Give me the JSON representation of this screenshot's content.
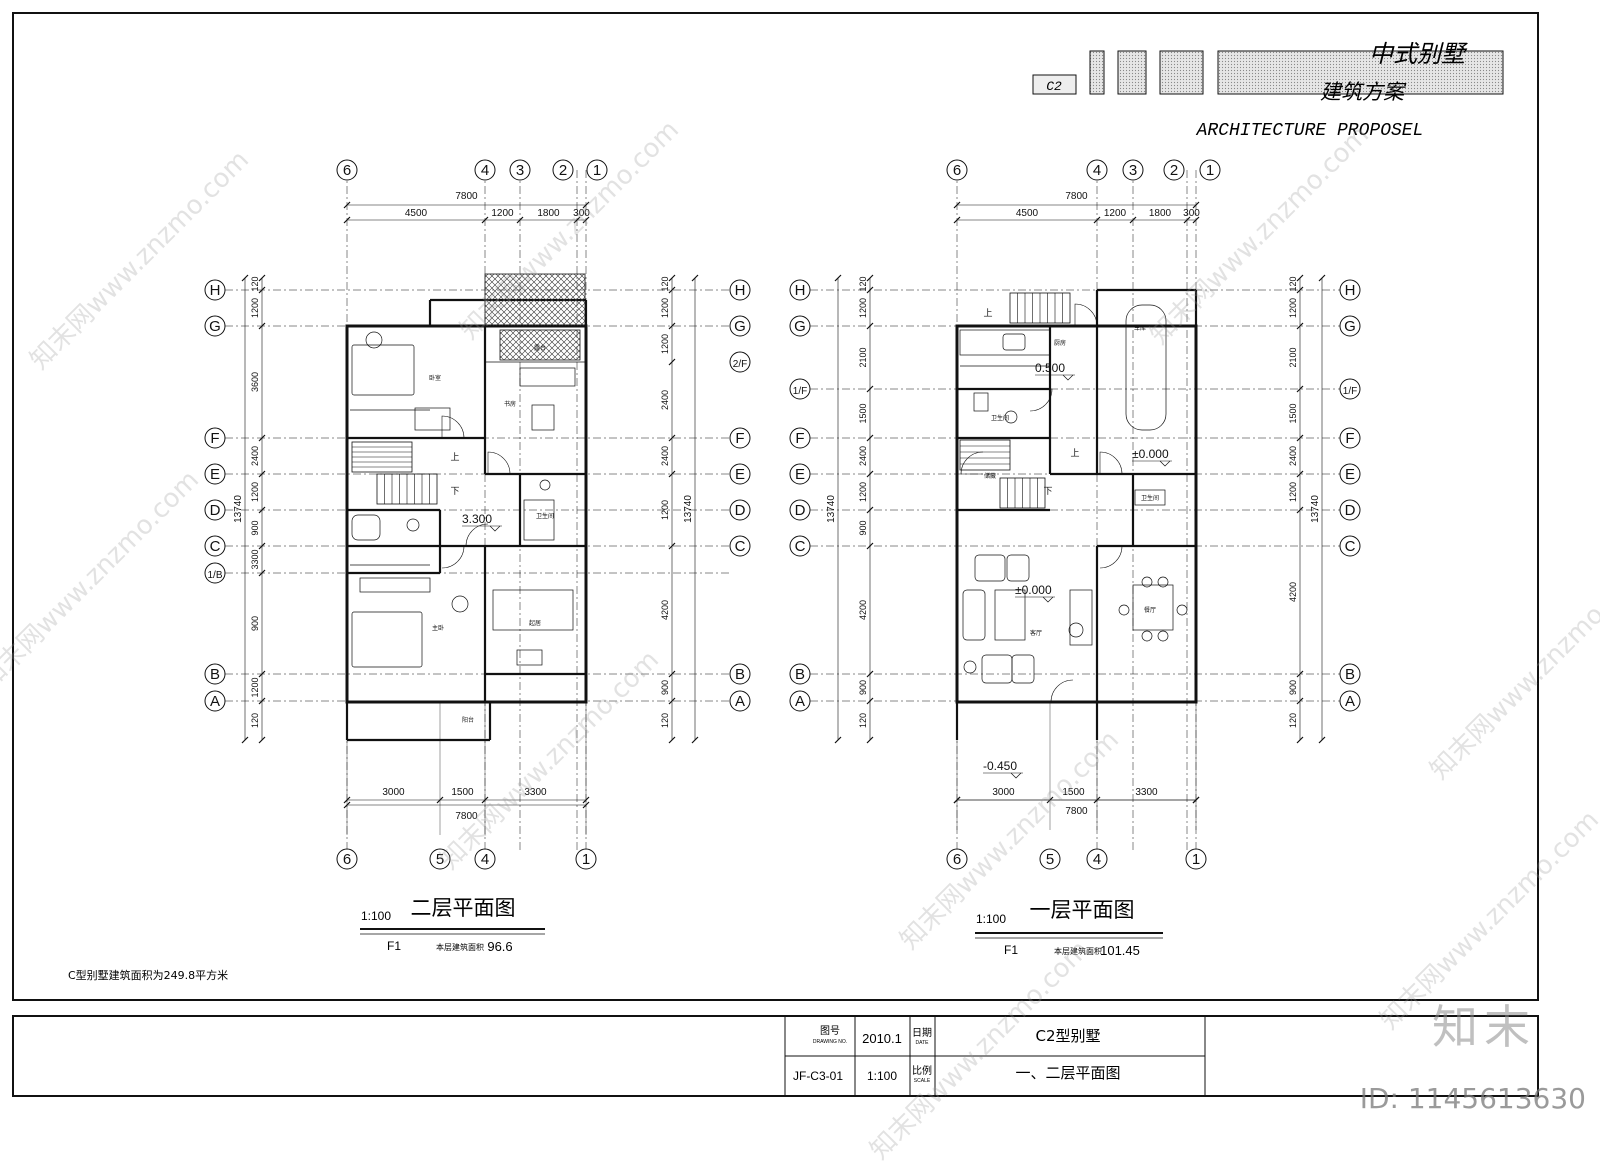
{
  "header": {
    "project_cn": "中式别墅",
    "scheme_cn": "建筑方案",
    "scheme_en": "ARCHITECTURE PROPOSEL",
    "sheet_code": "C2"
  },
  "plans": {
    "second": {
      "title": "二层平面图",
      "scale": "1:100",
      "area_label": "本层建筑面积",
      "area_value": "96.6",
      "stamp": "F1",
      "level": "3.300",
      "top_total": "7800",
      "top_dims": [
        "4500",
        "1200",
        "1800",
        "300"
      ],
      "bottom_total": "7800",
      "bottom_dims": [
        "3000",
        "1500",
        "3300"
      ],
      "total_height": "13740",
      "left_dims": [
        "120",
        "1200",
        "3600",
        "2400",
        "1200",
        "900",
        "3300",
        "900",
        "1200",
        "120"
      ],
      "right_dims": [
        "120",
        "1200",
        "1200",
        "2400",
        "2400",
        "1200",
        "4200",
        "900",
        "120"
      ],
      "top_axes": [
        "6",
        "4",
        "3",
        "2",
        "1"
      ],
      "bottom_axes": [
        "6",
        "5",
        "4",
        "1"
      ],
      "row_axes": [
        "H",
        "G",
        "F",
        "E",
        "D",
        "C",
        "1/B",
        "B",
        "A"
      ],
      "right_extra_axis": "2/F",
      "room_labels": [
        "卧室",
        "书房",
        "露台",
        "卫生间",
        "主卧",
        "起居",
        "阳台"
      ],
      "stair_up": "上",
      "stair_down": "下"
    },
    "first": {
      "title": "一层平面图",
      "scale": "1:100",
      "area_label": "本层建筑面积",
      "area_value": "101.45",
      "stamp": "F1",
      "level_kitchen": "0.500",
      "level_garage": "±0.000",
      "level_living": "±0.000",
      "level_outside": "-0.450",
      "top_total": "7800",
      "top_dims": [
        "4500",
        "1200",
        "1800",
        "300"
      ],
      "bottom_total": "7800",
      "bottom_dims": [
        "3000",
        "1500",
        "3300"
      ],
      "total_height": "13740",
      "left_dims": [
        "120",
        "1200",
        "2100",
        "1500",
        "2400",
        "1200",
        "900",
        "4200",
        "900",
        "120"
      ],
      "right_dims": [
        "120",
        "1200",
        "2100",
        "1500",
        "2400",
        "1200",
        "4200",
        "900",
        "120"
      ],
      "top_axes": [
        "6",
        "4",
        "3",
        "2",
        "1"
      ],
      "bottom_axes": [
        "6",
        "5",
        "4",
        "1"
      ],
      "row_axes_left": [
        "H",
        "G",
        "1/F",
        "F",
        "E",
        "D",
        "C",
        "B",
        "A"
      ],
      "row_axes_right": [
        "H",
        "G",
        "1/F",
        "F",
        "E",
        "D",
        "C",
        "B",
        "A"
      ],
      "room_labels": [
        "车库",
        "厨房",
        "卫生间",
        "储藏",
        "客厅",
        "餐厅",
        "卫生间"
      ],
      "stair_up": "上",
      "stair_down": "下",
      "stair_up2": "上"
    }
  },
  "note": "C型别墅建筑面积为249.8平方米",
  "titleblock": {
    "drawing_no_label": "图号",
    "drawing_no_label_en": "DRAWING NO.",
    "drawing_no": "JF-C3-01",
    "date_label": "日期",
    "date_label_en": "DATE",
    "date": "2010.1",
    "scale_label": "比例",
    "scale_label_en": "SCALE",
    "scale": "1:100",
    "project": "C2型别墅",
    "sheet_title": "一、二层平面图"
  },
  "watermark": {
    "text": "知末网www.znzmo.com",
    "brand": "知末",
    "id": "ID: 1145613630"
  }
}
